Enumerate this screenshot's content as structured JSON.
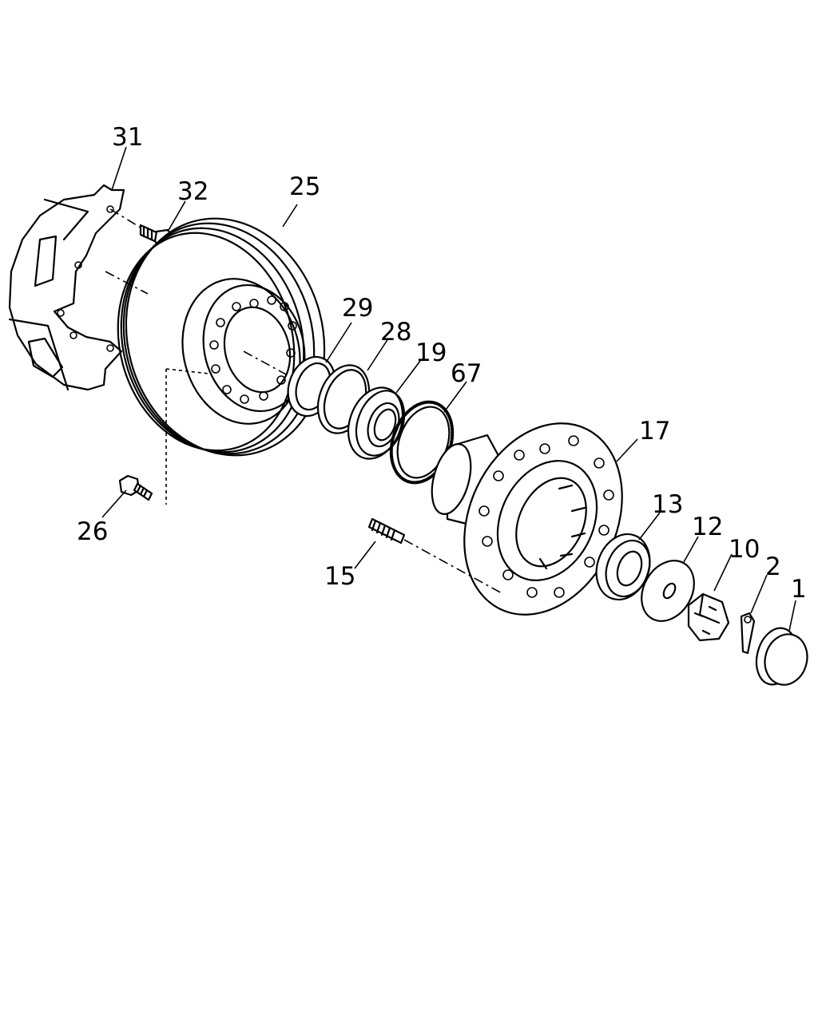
{
  "callouts": [
    {
      "id": "31",
      "text": "31"
    },
    {
      "id": "32",
      "text": "32"
    },
    {
      "id": "25",
      "text": "25"
    },
    {
      "id": "29",
      "text": "29"
    },
    {
      "id": "28",
      "text": "28"
    },
    {
      "id": "19",
      "text": "19"
    },
    {
      "id": "67",
      "text": "67"
    },
    {
      "id": "17",
      "text": "17"
    },
    {
      "id": "13",
      "text": "13"
    },
    {
      "id": "12",
      "text": "12"
    },
    {
      "id": "10",
      "text": "10"
    },
    {
      "id": "2",
      "text": "2"
    },
    {
      "id": "1",
      "text": "1"
    },
    {
      "id": "26",
      "text": "26"
    },
    {
      "id": "15",
      "text": "15"
    }
  ]
}
